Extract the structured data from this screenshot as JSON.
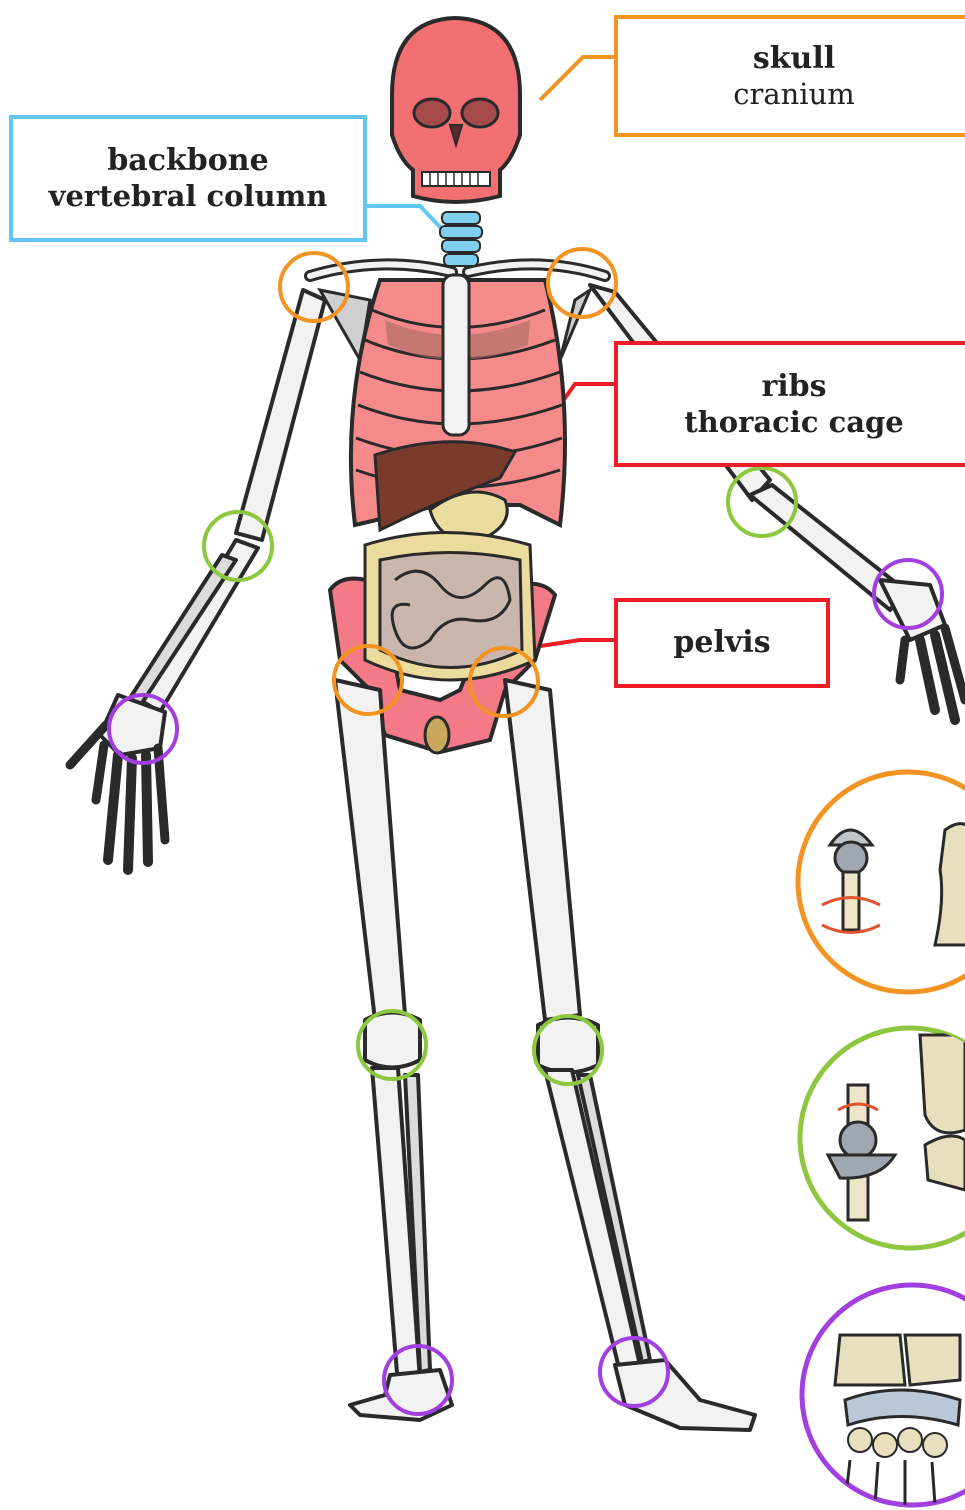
{
  "labels": {
    "skull": {
      "term": "skull",
      "scientific": "cranium",
      "color": "#f39322"
    },
    "backbone": {
      "term": "backbone",
      "scientific": "vertebral column",
      "color": "#63c6f2"
    },
    "ribs": {
      "term": "ribs",
      "scientific": "thoracic cage",
      "color": "#ee1c25"
    },
    "pelvis": {
      "term": "pelvis",
      "color": "#ee1c25"
    }
  },
  "joint_colors": {
    "ball_and_socket": "#f39322",
    "hinge": "#8dc63f",
    "gliding": "#a23fe0"
  },
  "insets": [
    {
      "joint_type": "ball_and_socket",
      "icon": "hip-ball-socket-joint-icon"
    },
    {
      "joint_type": "hinge",
      "icon": "knee-hinge-joint-icon"
    },
    {
      "joint_type": "gliding",
      "icon": "wrist-gliding-joint-icon"
    }
  ]
}
